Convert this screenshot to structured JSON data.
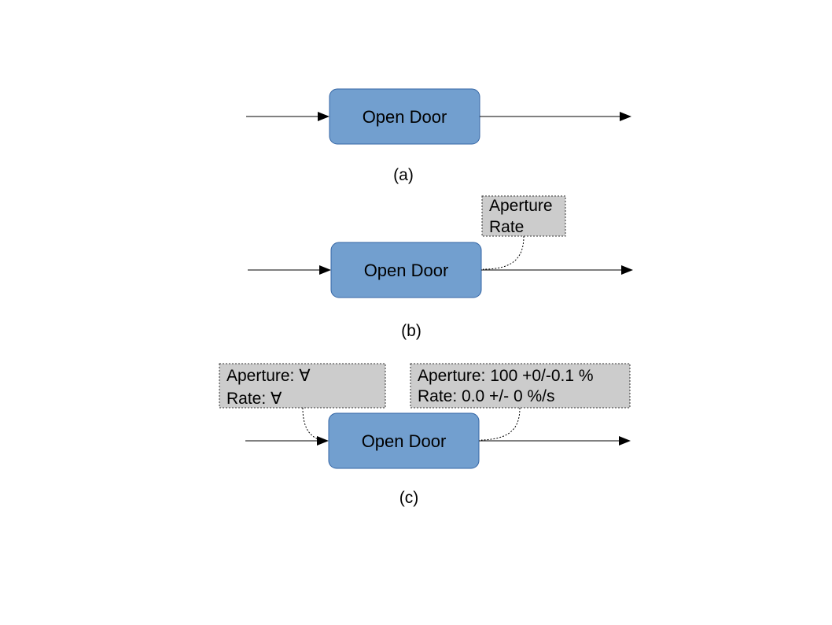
{
  "panel_a": {
    "process": "Open Door",
    "caption": "(a)"
  },
  "panel_b": {
    "process": "Open Door",
    "note": {
      "line1": "Aperture",
      "line2": "Rate"
    },
    "caption": "(b)"
  },
  "panel_c": {
    "process": "Open Door",
    "input_note": {
      "line1": "Aperture: ∀",
      "line2": "Rate: ∀"
    },
    "output_note": {
      "line1": "Aperture: 100 +0/-0.1 %",
      "line2": "Rate: 0.0 +/- 0 %/s"
    },
    "caption": "(c)"
  },
  "colors": {
    "process_fill": "#729fcf",
    "process_border": "#3465a4",
    "note_fill": "#cccccc"
  }
}
